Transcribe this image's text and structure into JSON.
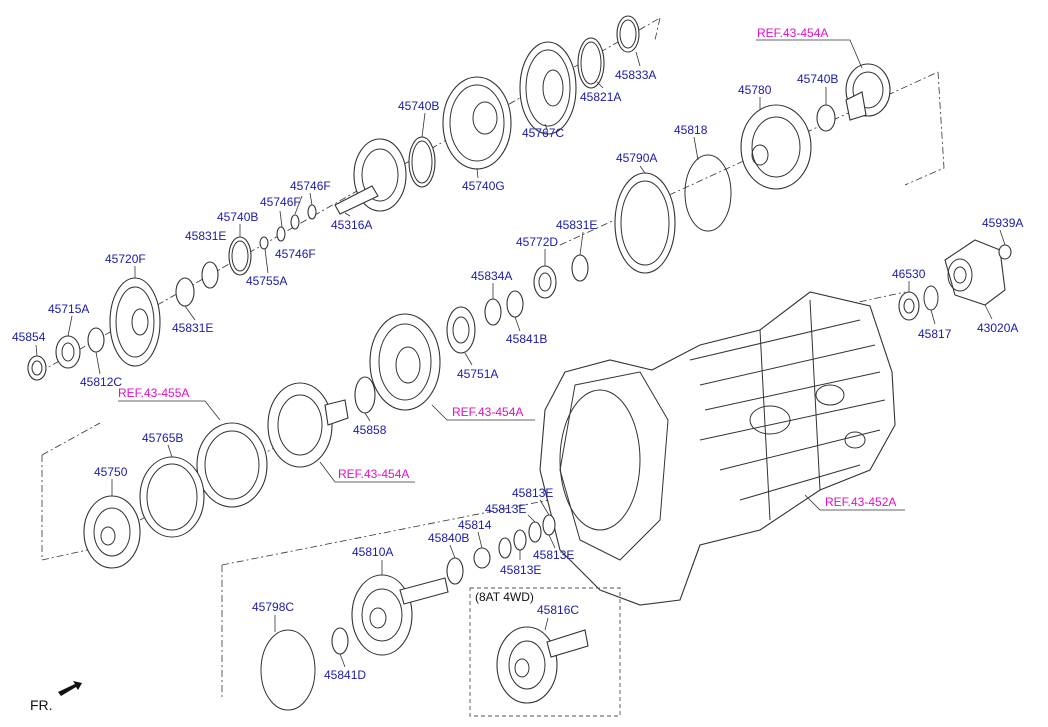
{
  "diagram": {
    "part_labels": {
      "p45833A": "45833A",
      "p45821A": "45821A",
      "p45767C": "45767C",
      "p45740G": "45740G",
      "p45740B_top": "45740B",
      "p45316A": "45316A",
      "p45746F_1": "45746F",
      "p45746F_2": "45746F",
      "p45746F_3": "45746F",
      "p45740B_mid": "45740B",
      "p45831E_left_top": "45831E",
      "p45755A": "45755A",
      "p45720F": "45720F",
      "p45831E_left_bot": "45831E",
      "p45715A": "45715A",
      "p45854": "45854",
      "p45812C": "45812C",
      "p45780": "45780",
      "p45740B_right": "45740B",
      "p45818": "45818",
      "p45790A": "45790A",
      "p45831E_mid": "45831E",
      "p45772D": "45772D",
      "p45834A": "45834A",
      "p45841B": "45841B",
      "p45751A": "45751A",
      "p45858": "45858",
      "p45765B": "45765B",
      "p45750": "45750",
      "p45939A": "45939A",
      "p46530": "46530",
      "p45817": "45817",
      "p43020A": "43020A",
      "p45813E_1": "45813E",
      "p45813E_2": "45813E",
      "p45814": "45814",
      "p45840B": "45840B",
      "p45813E_3": "45813E",
      "p45813E_4": "45813E",
      "p45810A": "45810A",
      "p45798C": "45798C",
      "p45841D": "45841D",
      "p45816C": "45816C"
    },
    "references": {
      "ref_top_right": "REF.43-454A",
      "ref_left": "REF.43-455A",
      "ref_center": "REF.43-454A",
      "ref_drum": "REF.43-454A",
      "ref_case": "REF.43-452A"
    },
    "variant_note": "(8AT 4WD)",
    "front_indicator": "FR."
  }
}
